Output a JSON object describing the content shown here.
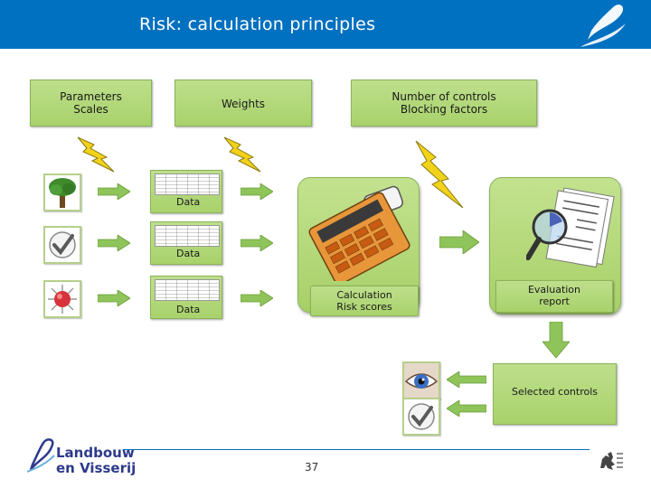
{
  "header": {
    "title": "Risk: calculation principles"
  },
  "boxes": {
    "parameters": {
      "line1": "Parameters",
      "line2": "Scales"
    },
    "weights": {
      "label": "Weights"
    },
    "controls": {
      "line1": "Number of controls",
      "line2": "Blocking factors"
    },
    "calculation": {
      "line1": "Calculation",
      "line2": "Risk scores"
    },
    "evaluation": {
      "line1": "Evaluation",
      "line2": "report"
    },
    "selected": {
      "label": "Selected controls"
    }
  },
  "data_boxes": [
    {
      "label": "Data"
    },
    {
      "label": "Data"
    },
    {
      "label": "Data"
    }
  ],
  "icons": {
    "row1": "tree-icon",
    "row2": "checkmark-icon",
    "row3": "virus-icon",
    "out1": "eye-icon",
    "out2": "checkmark-icon",
    "calculator": "calculator-icon",
    "report": "report-magnifier-icon"
  },
  "colors": {
    "header": "#0070c0",
    "box_green": "#b3d67a",
    "arrow_green": "#8fc45a",
    "bolt": "#f2d21a",
    "brand": "#2d3a8c"
  },
  "footer": {
    "brand_line1": "Landbouw",
    "brand_line2": "en Visserij",
    "page_number": "37"
  }
}
